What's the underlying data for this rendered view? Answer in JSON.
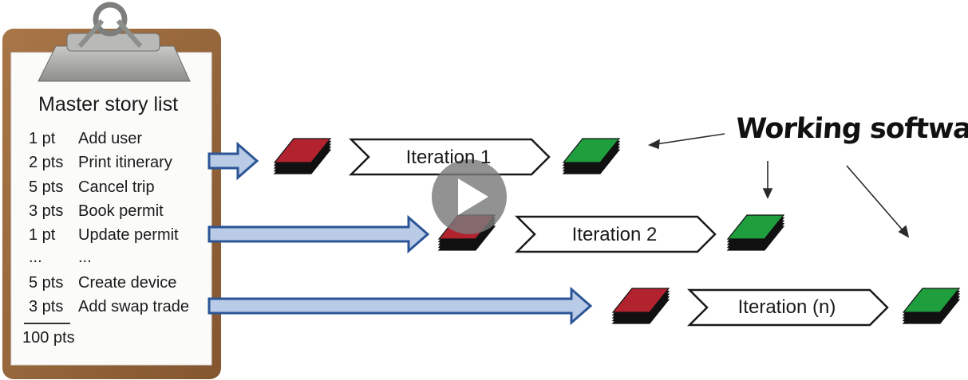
{
  "clipboard": {
    "title": "Master story list",
    "stories": [
      {
        "points": "1 pt",
        "name": "Add user"
      },
      {
        "points": "2 pts",
        "name": "Print itinerary"
      },
      {
        "points": "5 pts",
        "name": "Cancel trip"
      },
      {
        "points": "3 pts",
        "name": "Book permit"
      },
      {
        "points": "1 pt",
        "name": "Update permit"
      },
      {
        "points": "...",
        "name": "..."
      },
      {
        "points": "5 pts",
        "name": "Create device"
      },
      {
        "points": "3 pts",
        "name": "Add swap trade"
      }
    ],
    "total": "100 pts"
  },
  "iterations": [
    "Iteration 1",
    "Iteration 2",
    "Iteration (n)"
  ],
  "annotation": "Working software",
  "colors": {
    "input_stack": "#b3232f",
    "output_stack": "#1f9e3e",
    "flow_arrow_fill": "#b9cbe6",
    "flow_arrow_stroke": "#2b5596",
    "clipboard_board": "#9a6a3c",
    "play_button": "#7a7a7a"
  },
  "icons": {
    "play": "play-icon",
    "clip": "binder-clip-icon"
  }
}
